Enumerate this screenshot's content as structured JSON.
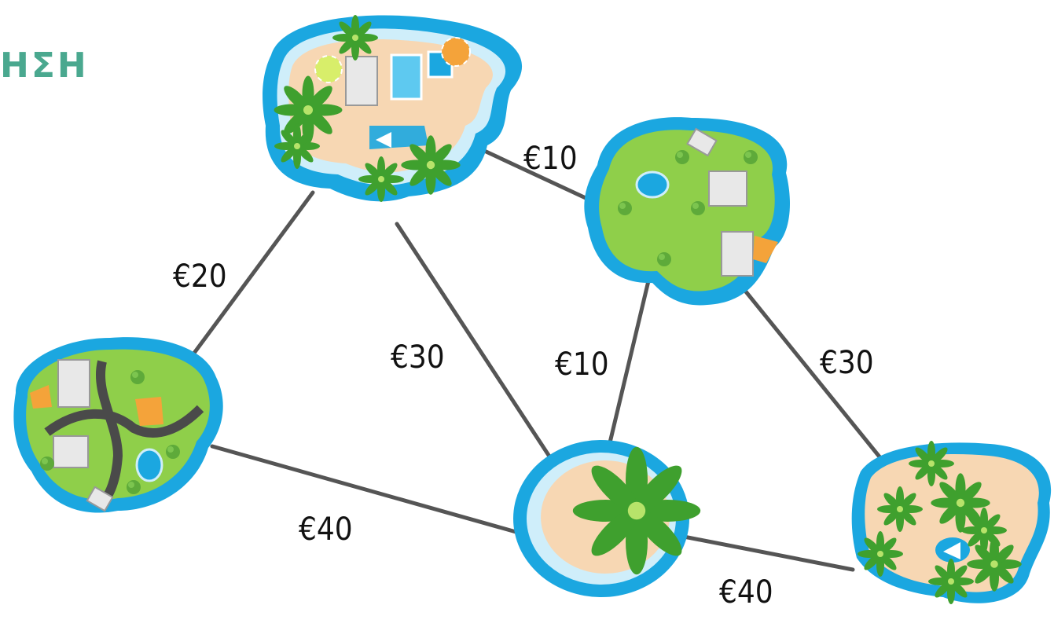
{
  "header": {
    "title_fragment": "ΗΣΗ",
    "title_color": "#4aa88f"
  },
  "colors": {
    "sea": "#1ba7e0",
    "shallow": "#cfeefa",
    "sand": "#f7d7b3",
    "grass": "#8fcf4a",
    "road": "#4a4a4a",
    "edge": "#555555"
  },
  "islands": [
    {
      "id": "resort-island",
      "type": "sand-resort",
      "icons": [
        "palm-tree-icon",
        "building-icon",
        "pool-icon",
        "parasol-icon"
      ]
    },
    {
      "id": "village-island",
      "type": "green-village",
      "icons": [
        "house-icon",
        "pond-icon",
        "bush-icon"
      ]
    },
    {
      "id": "town-island",
      "type": "green-town",
      "icons": [
        "house-icon",
        "road-icon",
        "pond-icon",
        "bush-icon"
      ]
    },
    {
      "id": "palm-island",
      "type": "sand-palm",
      "icons": [
        "palm-tree-icon"
      ]
    },
    {
      "id": "beach-island",
      "type": "sand-palms",
      "icons": [
        "palm-tree-icon",
        "lagoon-icon"
      ]
    }
  ],
  "edges": [
    {
      "from": "resort-island",
      "to": "village-island",
      "label": "€10"
    },
    {
      "from": "resort-island",
      "to": "town-island",
      "label": "€20"
    },
    {
      "from": "resort-island",
      "to": "palm-island",
      "label": "€30"
    },
    {
      "from": "village-island",
      "to": "palm-island",
      "label": "€10"
    },
    {
      "from": "village-island",
      "to": "beach-island",
      "label": "€30"
    },
    {
      "from": "town-island",
      "to": "palm-island",
      "label": "€40"
    },
    {
      "from": "palm-island",
      "to": "beach-island",
      "label": "€40"
    }
  ]
}
